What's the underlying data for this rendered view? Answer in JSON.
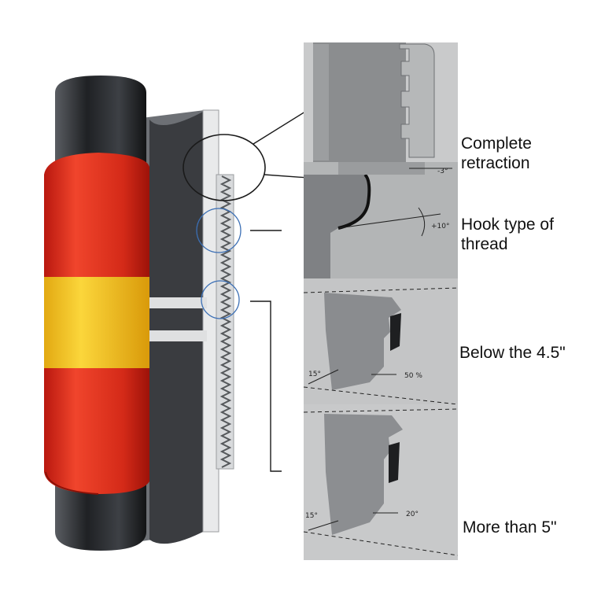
{
  "labels": {
    "complete_retraction": [
      "Complete",
      "retraction"
    ],
    "hook_thread": [
      "Hook type of",
      "thread"
    ],
    "below": "Below the 4.5\"",
    "more_than": "More than 5\""
  },
  "dimensions": {
    "minus3": "-3°",
    "plus10": "+10°",
    "fifteen_a": "15°",
    "fifty": "50 %",
    "fifteen_b": "15°",
    "twenty": "20°"
  },
  "colors": {
    "pipe_dark": "#2a2c30",
    "coupling_red": "#e0301e",
    "coupling_yellow": "#f1c21b",
    "section_gray": "#a7a9aa",
    "thread_dark": "#4f5254"
  }
}
